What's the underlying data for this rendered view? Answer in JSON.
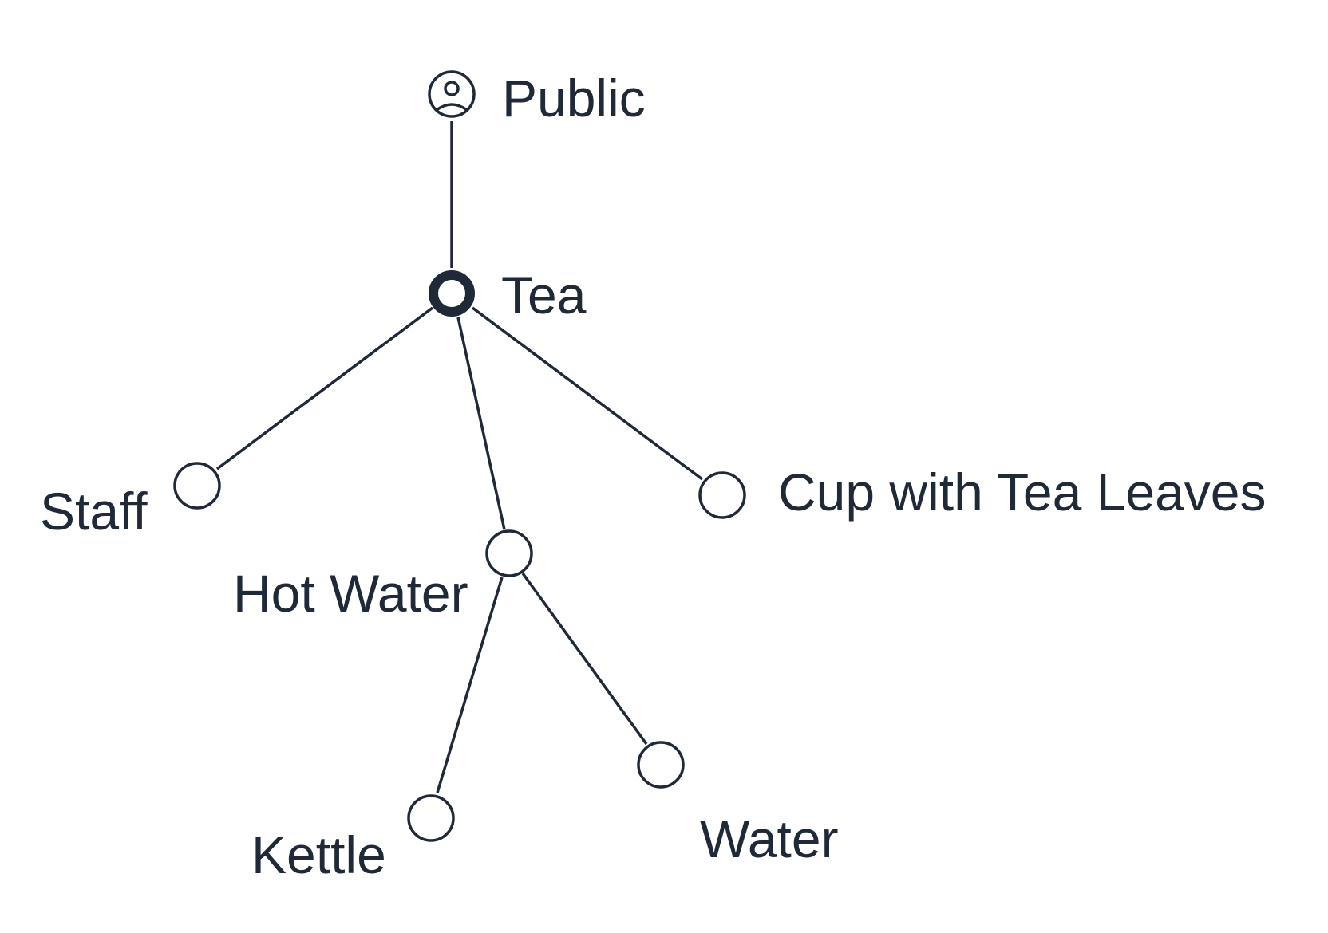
{
  "colors": {
    "ink": "#1f2937",
    "background": "#ffffff"
  },
  "diagram": {
    "nodes": [
      {
        "id": "public",
        "label": "Public",
        "kind": "actor",
        "icon": "person-icon"
      },
      {
        "id": "tea",
        "label": "Tea",
        "kind": "root"
      },
      {
        "id": "staff",
        "label": "Staff",
        "kind": "node"
      },
      {
        "id": "hot-water",
        "label": "Hot Water",
        "kind": "node"
      },
      {
        "id": "cup",
        "label": "Cup with Tea Leaves",
        "kind": "node"
      },
      {
        "id": "kettle",
        "label": "Kettle",
        "kind": "node"
      },
      {
        "id": "water",
        "label": "Water",
        "kind": "node"
      }
    ],
    "edges": [
      {
        "from": "public",
        "to": "tea"
      },
      {
        "from": "tea",
        "to": "staff"
      },
      {
        "from": "tea",
        "to": "hot-water"
      },
      {
        "from": "tea",
        "to": "cup"
      },
      {
        "from": "hot-water",
        "to": "kettle"
      },
      {
        "from": "hot-water",
        "to": "water"
      }
    ]
  }
}
